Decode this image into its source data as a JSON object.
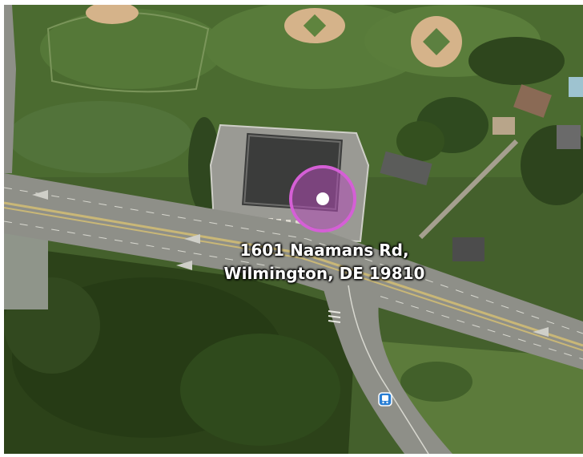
{
  "map": {
    "view": "aerial",
    "address": {
      "street": "1601 Naamans Rd,",
      "city_line": "Wilmington, DE 19810"
    },
    "location_marker": {
      "icon": "location-pin-icon",
      "color": "#b14bb5",
      "ring_color": "#d55fd6"
    },
    "poi_icons": [
      "bus-stop-icon"
    ],
    "colors": {
      "grass_dark": "#2f4a1f",
      "grass_field": "#4e6e32",
      "infield_dirt": "#d5b38a",
      "road": "#8e8f88",
      "road_line": "#c9b777",
      "roof": "#3b3c3b",
      "parking": "#9a9a94"
    }
  }
}
